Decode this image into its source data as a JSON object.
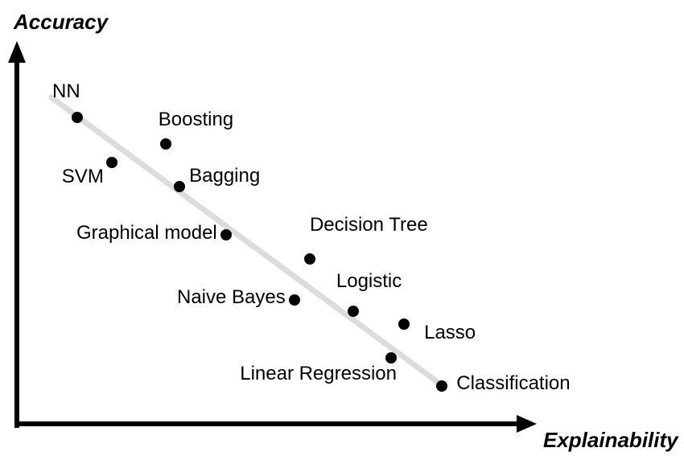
{
  "chart_data": {
    "type": "scatter",
    "title": "",
    "xlabel": "Explainability",
    "ylabel": "Accuracy",
    "x_range": [
      0,
      1
    ],
    "y_range": [
      0,
      1
    ],
    "grid": false,
    "legend": "none",
    "tick_labels": "none",
    "point_color": "#000000",
    "axis_color": "#000000",
    "trendline": {
      "x1": 0.069,
      "y1": 0.868,
      "x2": 0.847,
      "y2": 0.111,
      "color": "#dcdcdc"
    },
    "points": [
      {
        "label": "NN",
        "x": 0.121,
        "y": 0.815,
        "label_anchor": "start",
        "label_dx": -31,
        "label_dy": -44
      },
      {
        "label": "SVM",
        "x": 0.19,
        "y": 0.696,
        "label_anchor": "start",
        "label_dx": -62,
        "label_dy": 6
      },
      {
        "label": "Boosting",
        "x": 0.298,
        "y": 0.745,
        "label_anchor": "start",
        "label_dx": -9,
        "label_dy": -42
      },
      {
        "label": "Bagging",
        "x": 0.326,
        "y": 0.632,
        "label_anchor": "start",
        "label_dx": 12,
        "label_dy": -25
      },
      {
        "label": "Graphical model",
        "x": 0.419,
        "y": 0.504,
        "label_anchor": "end",
        "label_dx": -11,
        "label_dy": -14
      },
      {
        "label": "Decision Tree",
        "x": 0.587,
        "y": 0.44,
        "label_anchor": "start",
        "label_dx": 0,
        "label_dy": -54
      },
      {
        "label": "Naive Bayes",
        "x": 0.556,
        "y": 0.332,
        "label_anchor": "end",
        "label_dx": -11,
        "label_dy": -15
      },
      {
        "label": "Logistic",
        "x": 0.674,
        "y": 0.302,
        "label_anchor": "start",
        "label_dx": -21,
        "label_dy": -49
      },
      {
        "label": "Lasso",
        "x": 0.776,
        "y": 0.268,
        "label_anchor": "start",
        "label_dx": 25,
        "label_dy": -1
      },
      {
        "label": "Linear Regression",
        "x": 0.75,
        "y": 0.179,
        "label_anchor": "end",
        "label_dx": 7,
        "label_dy": 8
      },
      {
        "label": "Classification",
        "x": 0.852,
        "y": 0.104,
        "label_anchor": "start",
        "label_dx": 18,
        "label_dy": -15
      }
    ]
  }
}
